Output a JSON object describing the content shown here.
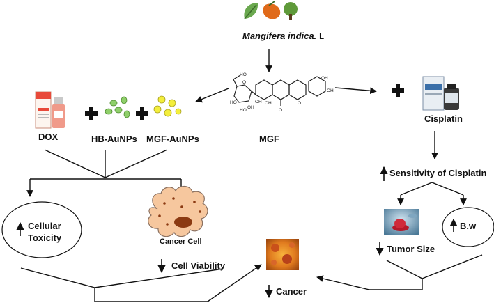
{
  "source": {
    "name": "Mangifera indica.",
    "suffix": " L"
  },
  "nodes": {
    "mgf": "MGF",
    "cisplatin": "Cisplatin",
    "dox": "DOX",
    "hb_aunps": "HB-AuNPs",
    "mgf_aunps": "MGF-AuNPs",
    "cellular_toxicity": "Cellular Toxicity",
    "cancer_cell": "Cancer Cell",
    "cell_viability": "Cell Viability",
    "cancer": "Cancer",
    "sensitivity": "Sensitivity of Cisplatin",
    "tumor_size": "Tumor Size",
    "bw": "B.w"
  },
  "colors": {
    "leaf_green": "#6aa84f",
    "mango_orange": "#e06a1a",
    "tree_green": "#5f9a3a",
    "nanoparticle_green": "#8fcf6a",
    "nanoparticle_yellow": "#f3ee3c",
    "cell_body": "#f6c79e",
    "nucleus": "#8b3a12",
    "vial_red": "#e84a3a"
  },
  "icons": [
    "herb-leaf-icon",
    "mango-fruit-icon",
    "tree-icon",
    "plus-icon",
    "up-arrow-icon",
    "down-arrow-icon"
  ]
}
